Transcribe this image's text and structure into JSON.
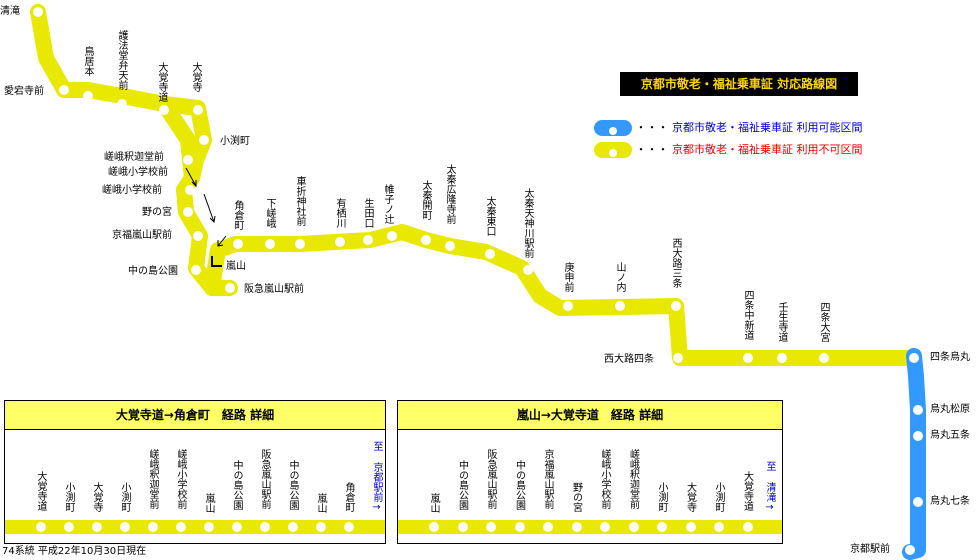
{
  "title": "京都市敬老・福祉乗車証 対応路線図",
  "legend": {
    "available": {
      "dots": "・・・",
      "text": "京都市敬老・福祉乗車証 利用可能区間",
      "pill_color": "#3399ff",
      "text_color": "#0000cc"
    },
    "unavailable": {
      "dots": "・・・",
      "text": "京都市敬老・福祉乗車証 利用不可区間",
      "pill_color": "#e8e800",
      "text_color": "#ee0000"
    }
  },
  "colors": {
    "route_yellow": "#e8e800",
    "route_blue": "#3399ff",
    "header_yellow": "#ffff66"
  },
  "stops": {
    "kiyotaki": "清滝",
    "atagojimae": "愛宕寺前",
    "toriimoto": "鳥居本",
    "gohouzan": "護法堂弁天前",
    "daikakujimichi": "大覚寺道",
    "daikakuji": "大覚寺",
    "kobuchicho": "小渕町",
    "shakado": "嵯峨釈迦堂前",
    "shogakko1": "嵯峨小学校前",
    "shogakko2": "嵯峨小学校前",
    "nonomiya": "野の宮",
    "keifuku": "京福嵐山駅前",
    "nakanoshima": "中の島公園",
    "arashiyama": "嵐山",
    "hankyu": "阪急嵐山駅前",
    "kadokura": "角倉町",
    "shimosaga": "下嵯峨",
    "kurumazaki": "車折神社前",
    "arisu": "有栖川",
    "ikuta": "生田口",
    "katabira": "帷子ノ辻",
    "uzumasamae": "太秦開町",
    "koryuji": "太秦広隆寺前",
    "higashiguchi": "太秦東口",
    "tenjingawa": "太秦天神川駅前",
    "koshin": "庚申前",
    "yamanouchi": "山ノ内",
    "nishioji3": "西大路三条",
    "nishioji4": "西大路四条",
    "shijonaka": "四条中新道",
    "mibu": "壬生寺道",
    "omiya": "四条大宮",
    "karasuma4": "四条烏丸",
    "matsubara": "烏丸松原",
    "gojo": "烏丸五条",
    "shichijo": "烏丸七条",
    "kyotoeki": "京都駅前"
  },
  "panel_left": {
    "header": "大覚寺道→角倉町　経路 詳細",
    "stops": [
      "大覚寺道",
      "小渕町",
      "大覚寺",
      "小渕町",
      "嵯峨釈迦堂前",
      "嵯峨小学校前",
      "嵐山",
      "中の島公園",
      "阪急嵐山駅前",
      "中の島公園",
      "嵐山",
      "角倉町"
    ],
    "dest": "至 京都駅前→"
  },
  "panel_right": {
    "header": "嵐山→大覚寺道　経路 詳細",
    "stops": [
      "嵐山",
      "中の島公園",
      "阪急嵐山駅前",
      "中の島公園",
      "京福嵐山駅前",
      "野の宮",
      "嵯峨小学校前",
      "嵯峨釈迦堂前",
      "小渕町",
      "大覚寺",
      "小渕町",
      "大覚寺道"
    ],
    "dest": "至 清滝→"
  },
  "footer": "74系統 平成22年10月30日現在"
}
